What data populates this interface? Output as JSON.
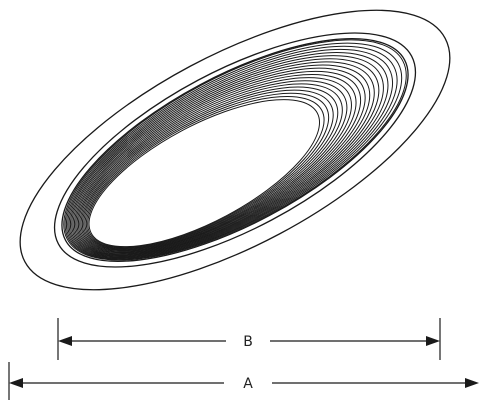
{
  "diagram": {
    "colors": {
      "stroke": "#1a1a1a",
      "background": "#ffffff"
    },
    "dimensions": {
      "b_label": "B",
      "a_label": "A"
    },
    "trim": {
      "baffle_ring_count": 20
    }
  }
}
